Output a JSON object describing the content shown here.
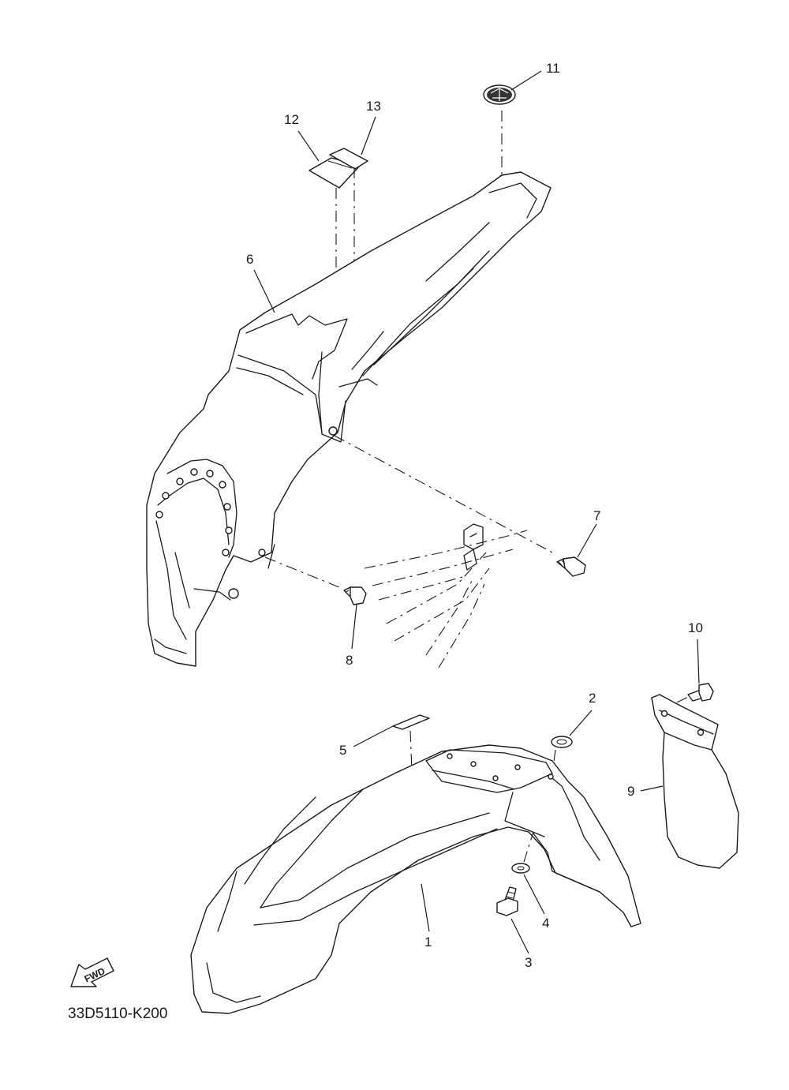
{
  "diagram": {
    "drawing_code": "33D5110-K200",
    "fwd_label": "FWD",
    "callouts": {
      "c1": "1",
      "c2": "2",
      "c3": "3",
      "c4": "4",
      "c5": "5",
      "c6": "6",
      "c7": "7",
      "c8": "8",
      "c9": "9",
      "c10": "10",
      "c11": "11",
      "c12": "12",
      "c13": "13"
    },
    "colors": {
      "line": "#1a1a1a",
      "background": "#ffffff"
    }
  }
}
